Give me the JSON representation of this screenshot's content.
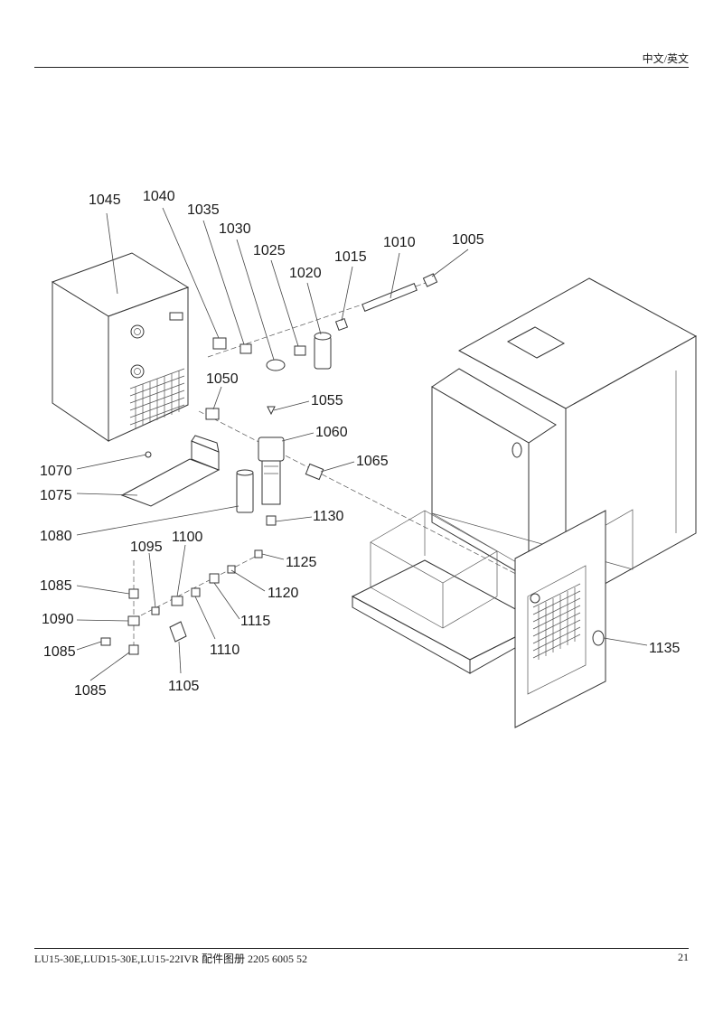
{
  "header": {
    "language": "中文/英文"
  },
  "footer": {
    "document": "LU15-30E,LUD15-30E,LU15-22IVR  配件图册 2205 6005 52",
    "page": "21"
  },
  "callouts": {
    "c1005": "1005",
    "c1010": "1010",
    "c1015": "1015",
    "c1020": "1020",
    "c1025": "1025",
    "c1030": "1030",
    "c1035": "1035",
    "c1040": "1040",
    "c1045": "1045",
    "c1050": "1050",
    "c1055": "1055",
    "c1060": "1060",
    "c1065": "1065",
    "c1070": "1070",
    "c1075": "1075",
    "c1080": "1080",
    "c1085a": "1085",
    "c1085b": "1085",
    "c1085c": "1085",
    "c1090": "1090",
    "c1095": "1095",
    "c1100": "1100",
    "c1105": "1105",
    "c1110": "1110",
    "c1115": "1115",
    "c1120": "1120",
    "c1125": "1125",
    "c1130": "1130",
    "c1135": "1135"
  }
}
